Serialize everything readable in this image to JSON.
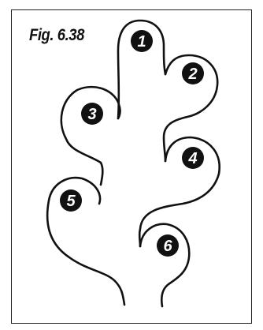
{
  "figure": {
    "label": "Fig. 6.38"
  },
  "markers": [
    {
      "label": "1"
    },
    {
      "label": "2"
    },
    {
      "label": "3"
    },
    {
      "label": "4"
    },
    {
      "label": "5"
    },
    {
      "label": "6"
    }
  ],
  "colors": {
    "stroke": "#111111",
    "marker_fill": "#111111",
    "marker_text": "#ffffff",
    "frame": "#222222"
  }
}
